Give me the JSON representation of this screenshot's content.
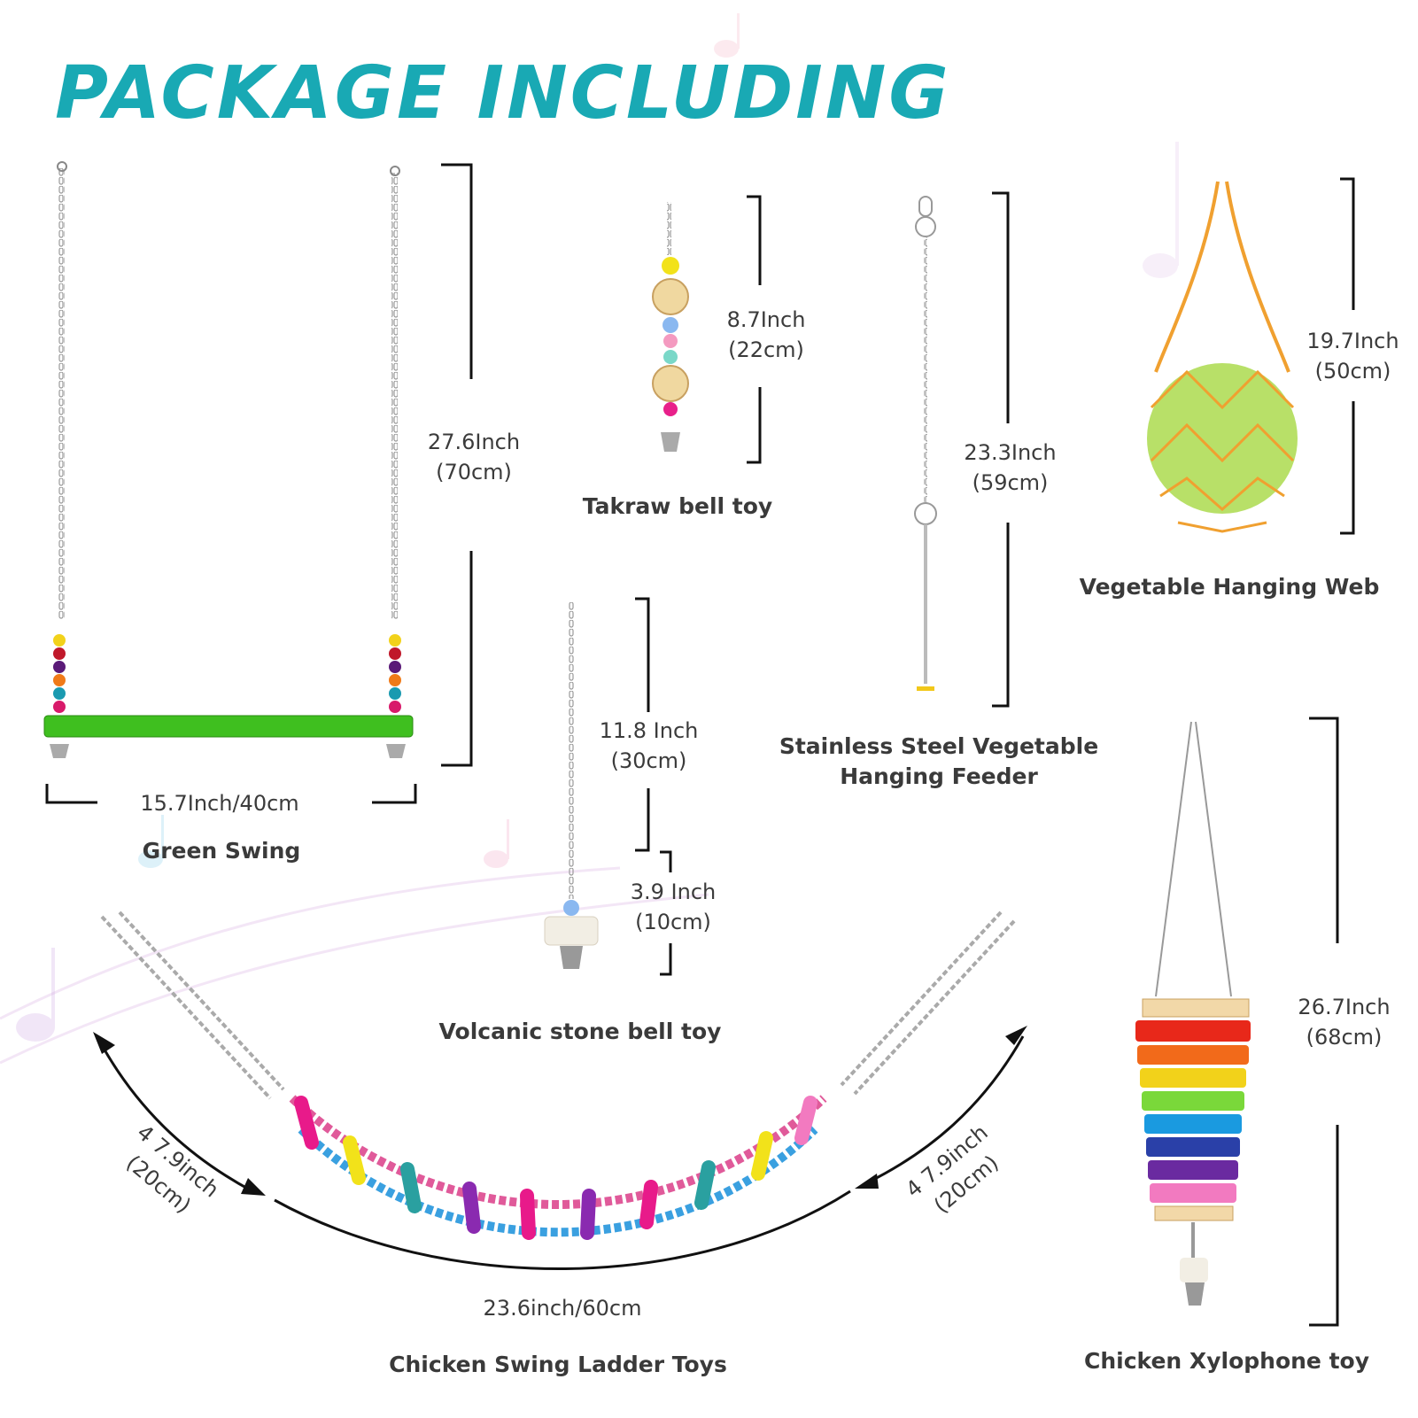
{
  "title": "PACKAGE INCLUDING",
  "items": {
    "green_swing": {
      "name": "Green Swing",
      "height": "27.6Inch",
      "height_cm": "(70cm)",
      "width": "15.7Inch/40cm"
    },
    "takraw": {
      "name": "Takraw bell toy",
      "height": "8.7Inch",
      "height_cm": "(22cm)"
    },
    "feeder": {
      "name_line1": "Stainless Steel Vegetable",
      "name_line2": "Hanging Feeder",
      "height": "23.3Inch",
      "height_cm": "(59cm)"
    },
    "web": {
      "name": "Vegetable Hanging Web",
      "height": "19.7Inch",
      "height_cm": "(50cm)"
    },
    "volcanic": {
      "name": "Volcanic stone bell toy",
      "height": "11.8 Inch",
      "height_cm": "(30cm)",
      "stone_height": "3.9 Inch",
      "stone_height_cm": "(10cm)"
    },
    "ladder": {
      "name": "Chicken Swing Ladder Toys",
      "left_side": "4 7.9inch",
      "left_side_cm": "(20cm)",
      "right_side": "4 7.9inch",
      "right_side_cm": "(20cm)",
      "length": "23.6inch/60cm"
    },
    "xylophone": {
      "name": "Chicken Xylophone toy",
      "height": "26.7Inch",
      "height_cm": "(68cm)"
    }
  },
  "colors": {
    "title": "#19a9b4",
    "text": "#3a3a3a",
    "swing_bar": "#3fbf1f",
    "net": "#f0a030",
    "cabbage": "#b8e068"
  }
}
